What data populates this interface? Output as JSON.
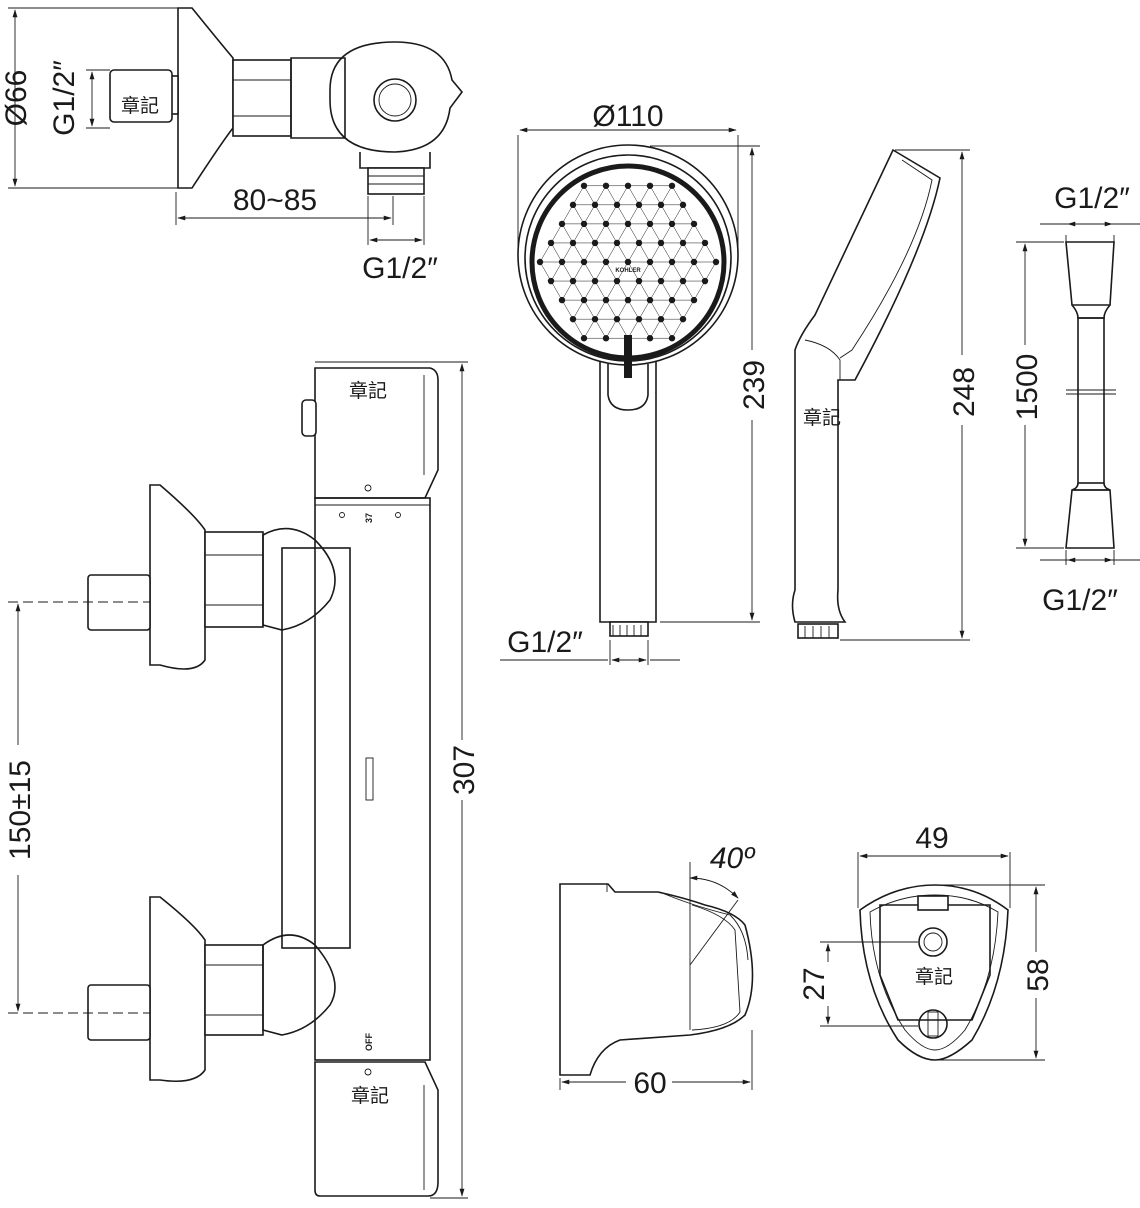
{
  "labels": {
    "top_view_diameter": "Ø66",
    "top_view_inlet_thread": "G1/2″",
    "top_view_distance": "80~85",
    "top_view_outlet_thread": "G1/2″",
    "stamp_mark": "章記",
    "handshower_diameter": "Ø110",
    "handshower_length": "239",
    "handshower_side_length": "248",
    "handshower_thread": "G1/2″",
    "brand_text": "KOHLER",
    "hose_top_thread": "G1/2″",
    "hose_length": "1500",
    "hose_bottom_thread": "G1/2″",
    "body_height": "307",
    "inlet_spacing": "150±15",
    "temp_label": "37",
    "off_label": "OFF",
    "holder_angle": "40º",
    "holder_depth": "60",
    "holder_width": "49",
    "holder_height": "58",
    "holder_hole_spacing": "27"
  }
}
